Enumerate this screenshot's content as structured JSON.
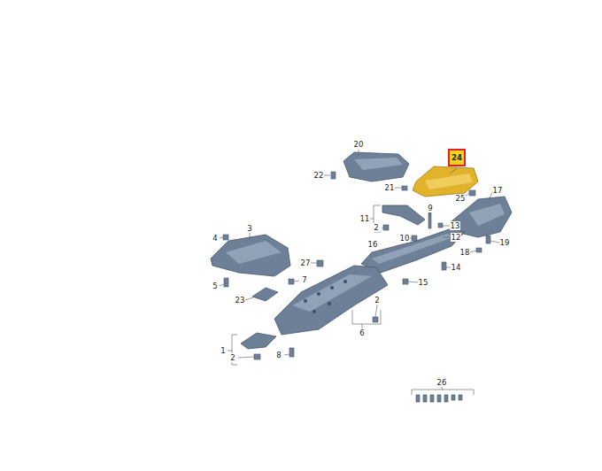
{
  "diagram": {
    "nodes": [
      {
        "text": [
          "24"
        ]
      }
    ],
    "edges": [],
    "labels": [
      "20",
      "22",
      "21",
      "17",
      "25",
      "9",
      "11",
      "2",
      "13",
      "12",
      "10",
      "16",
      "19",
      "18",
      "4",
      "3",
      "27",
      "14",
      "7",
      "15",
      "5",
      "23",
      "2",
      "6",
      "1",
      "2",
      "8",
      "26"
    ]
  }
}
